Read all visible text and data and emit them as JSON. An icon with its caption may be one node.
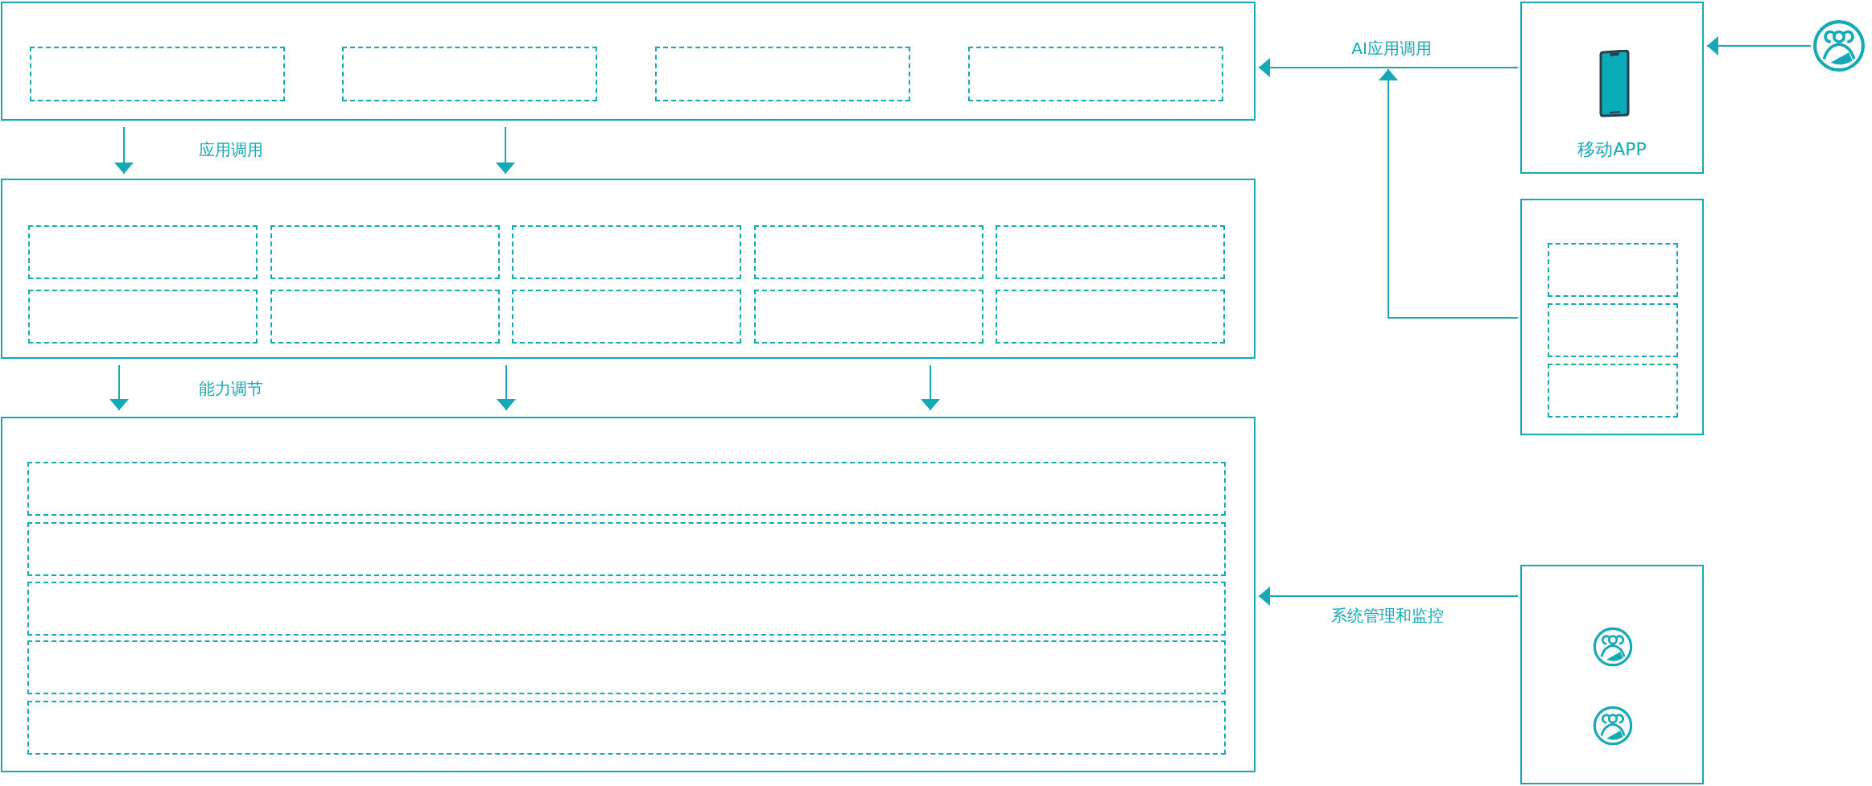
{
  "diagram": {
    "nodes": [
      {
        "text": [],
        "shape": "box"
      },
      {
        "text": [],
        "shape": "box",
        "in": 0
      },
      {
        "text": [],
        "shape": "box",
        "in": 0
      },
      {
        "text": [],
        "shape": "box",
        "in": 0
      },
      {
        "text": [],
        "shape": "box",
        "in": 0
      },
      {
        "text": [],
        "shape": "box"
      },
      {
        "text": [],
        "shape": "box",
        "in": 5
      },
      {
        "text": [],
        "shape": "box",
        "in": 5
      },
      {
        "text": [],
        "shape": "box",
        "in": 5
      },
      {
        "text": [],
        "shape": "box",
        "in": 5
      },
      {
        "text": [],
        "shape": "box",
        "in": 5
      },
      {
        "text": [],
        "shape": "box",
        "in": 5
      },
      {
        "text": [],
        "shape": "box",
        "in": 5
      },
      {
        "text": [],
        "shape": "box",
        "in": 5
      },
      {
        "text": [],
        "shape": "box",
        "in": 5
      },
      {
        "text": [],
        "shape": "box",
        "in": 5
      },
      {
        "text": [],
        "shape": "box"
      },
      {
        "text": [],
        "shape": "box",
        "in": 16
      },
      {
        "text": [],
        "shape": "box",
        "in": 16
      },
      {
        "text": [],
        "shape": "box",
        "in": 16
      },
      {
        "text": [],
        "shape": "box",
        "in": 16
      },
      {
        "text": [],
        "shape": "box",
        "in": 16
      },
      {
        "text": [
          "移动APP"
        ]
      },
      {
        "text": [],
        "shape": "person"
      },
      {
        "text": [],
        "shape": "box"
      },
      {
        "text": [],
        "shape": "box",
        "in": 24
      },
      {
        "text": [],
        "shape": "box",
        "in": 24
      },
      {
        "text": [],
        "shape": "box",
        "in": 24
      },
      {
        "text": [],
        "shape": "box"
      }
    ],
    "edges": [
      {
        "from": 0,
        "to": 5,
        "arrow": "to",
        "label": "应用调用"
      },
      {
        "from": 0,
        "to": 5,
        "arrow": "to"
      },
      {
        "from": 5,
        "to": 16,
        "arrow": "to",
        "label": "能力调节"
      },
      {
        "from": 5,
        "to": 16,
        "arrow": "to"
      },
      {
        "from": 5,
        "to": 16,
        "arrow": "to"
      },
      {
        "from": 22,
        "to": 0,
        "arrow": "to",
        "label": "AI应用调用"
      },
      {
        "from": 24,
        "to": 0,
        "arrow": "to"
      },
      {
        "from": 23,
        "to": 22,
        "arrow": "to"
      },
      {
        "from": 28,
        "to": 16,
        "arrow": "to",
        "label": "系统管理和监控"
      }
    ]
  }
}
